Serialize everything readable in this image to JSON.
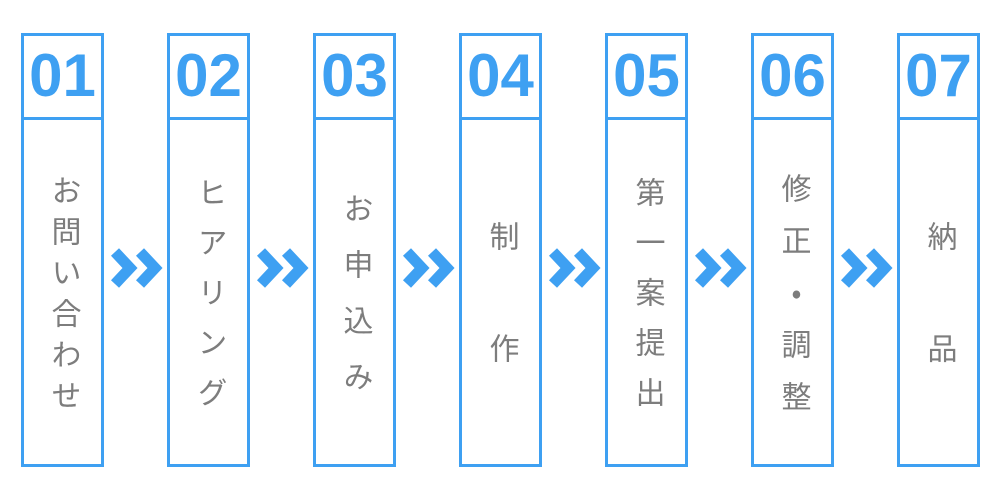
{
  "diagram": {
    "type": "process-flow",
    "direction": "left-to-right",
    "arrow_icon": "double-chevron-right",
    "colors": {
      "accent": "#3EA0F2",
      "label_text": "#7D7D7D",
      "background": "#FFFFFF"
    },
    "steps": [
      {
        "number": "01",
        "label": "お問い合わせ"
      },
      {
        "number": "02",
        "label": "ヒアリング"
      },
      {
        "number": "03",
        "label": "お申込み"
      },
      {
        "number": "04",
        "label": "制作"
      },
      {
        "number": "05",
        "label": "第一案提出"
      },
      {
        "number": "06",
        "label": "修正・調整"
      },
      {
        "number": "07",
        "label": "納品"
      }
    ]
  }
}
